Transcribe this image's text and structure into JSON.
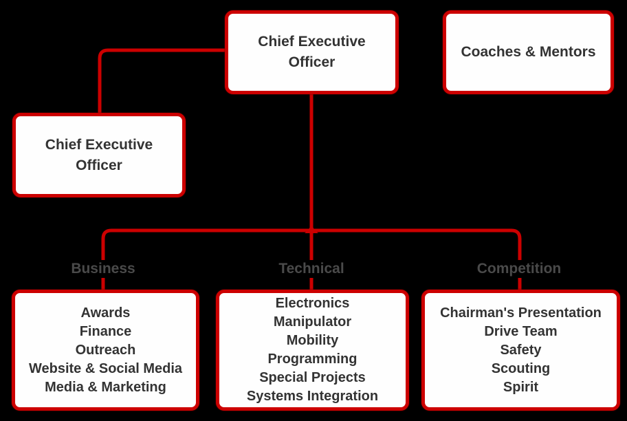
{
  "diagram": {
    "type": "org-chart",
    "colors": {
      "background": "#000000",
      "line": "#cc0000",
      "box_fill": "#ffffff",
      "box_border": "#cc0000",
      "node_text": "#333333",
      "edge_label_text": "#4a4a4a"
    },
    "nodes": {
      "ceo_top": {
        "text": "Chief Executive\nOfficer"
      },
      "coaches": {
        "text": "Coaches & Mentors"
      },
      "ceo_left": {
        "text": "Chief Executive\nOfficer"
      },
      "business": {
        "text": "Awards\nFinance\nOutreach\nWebsite & Social Media\nMedia & Marketing"
      },
      "technical": {
        "text": "Electronics\nManipulator\nMobility\nProgramming\nSpecial Projects\nSystems Integration"
      },
      "competition": {
        "text": "Chairman's Presentation\nDrive Team\nSafety\nScouting\nSpirit"
      }
    },
    "edge_labels": {
      "business": "Business",
      "technical": "Technical",
      "competition": "Competition"
    }
  }
}
